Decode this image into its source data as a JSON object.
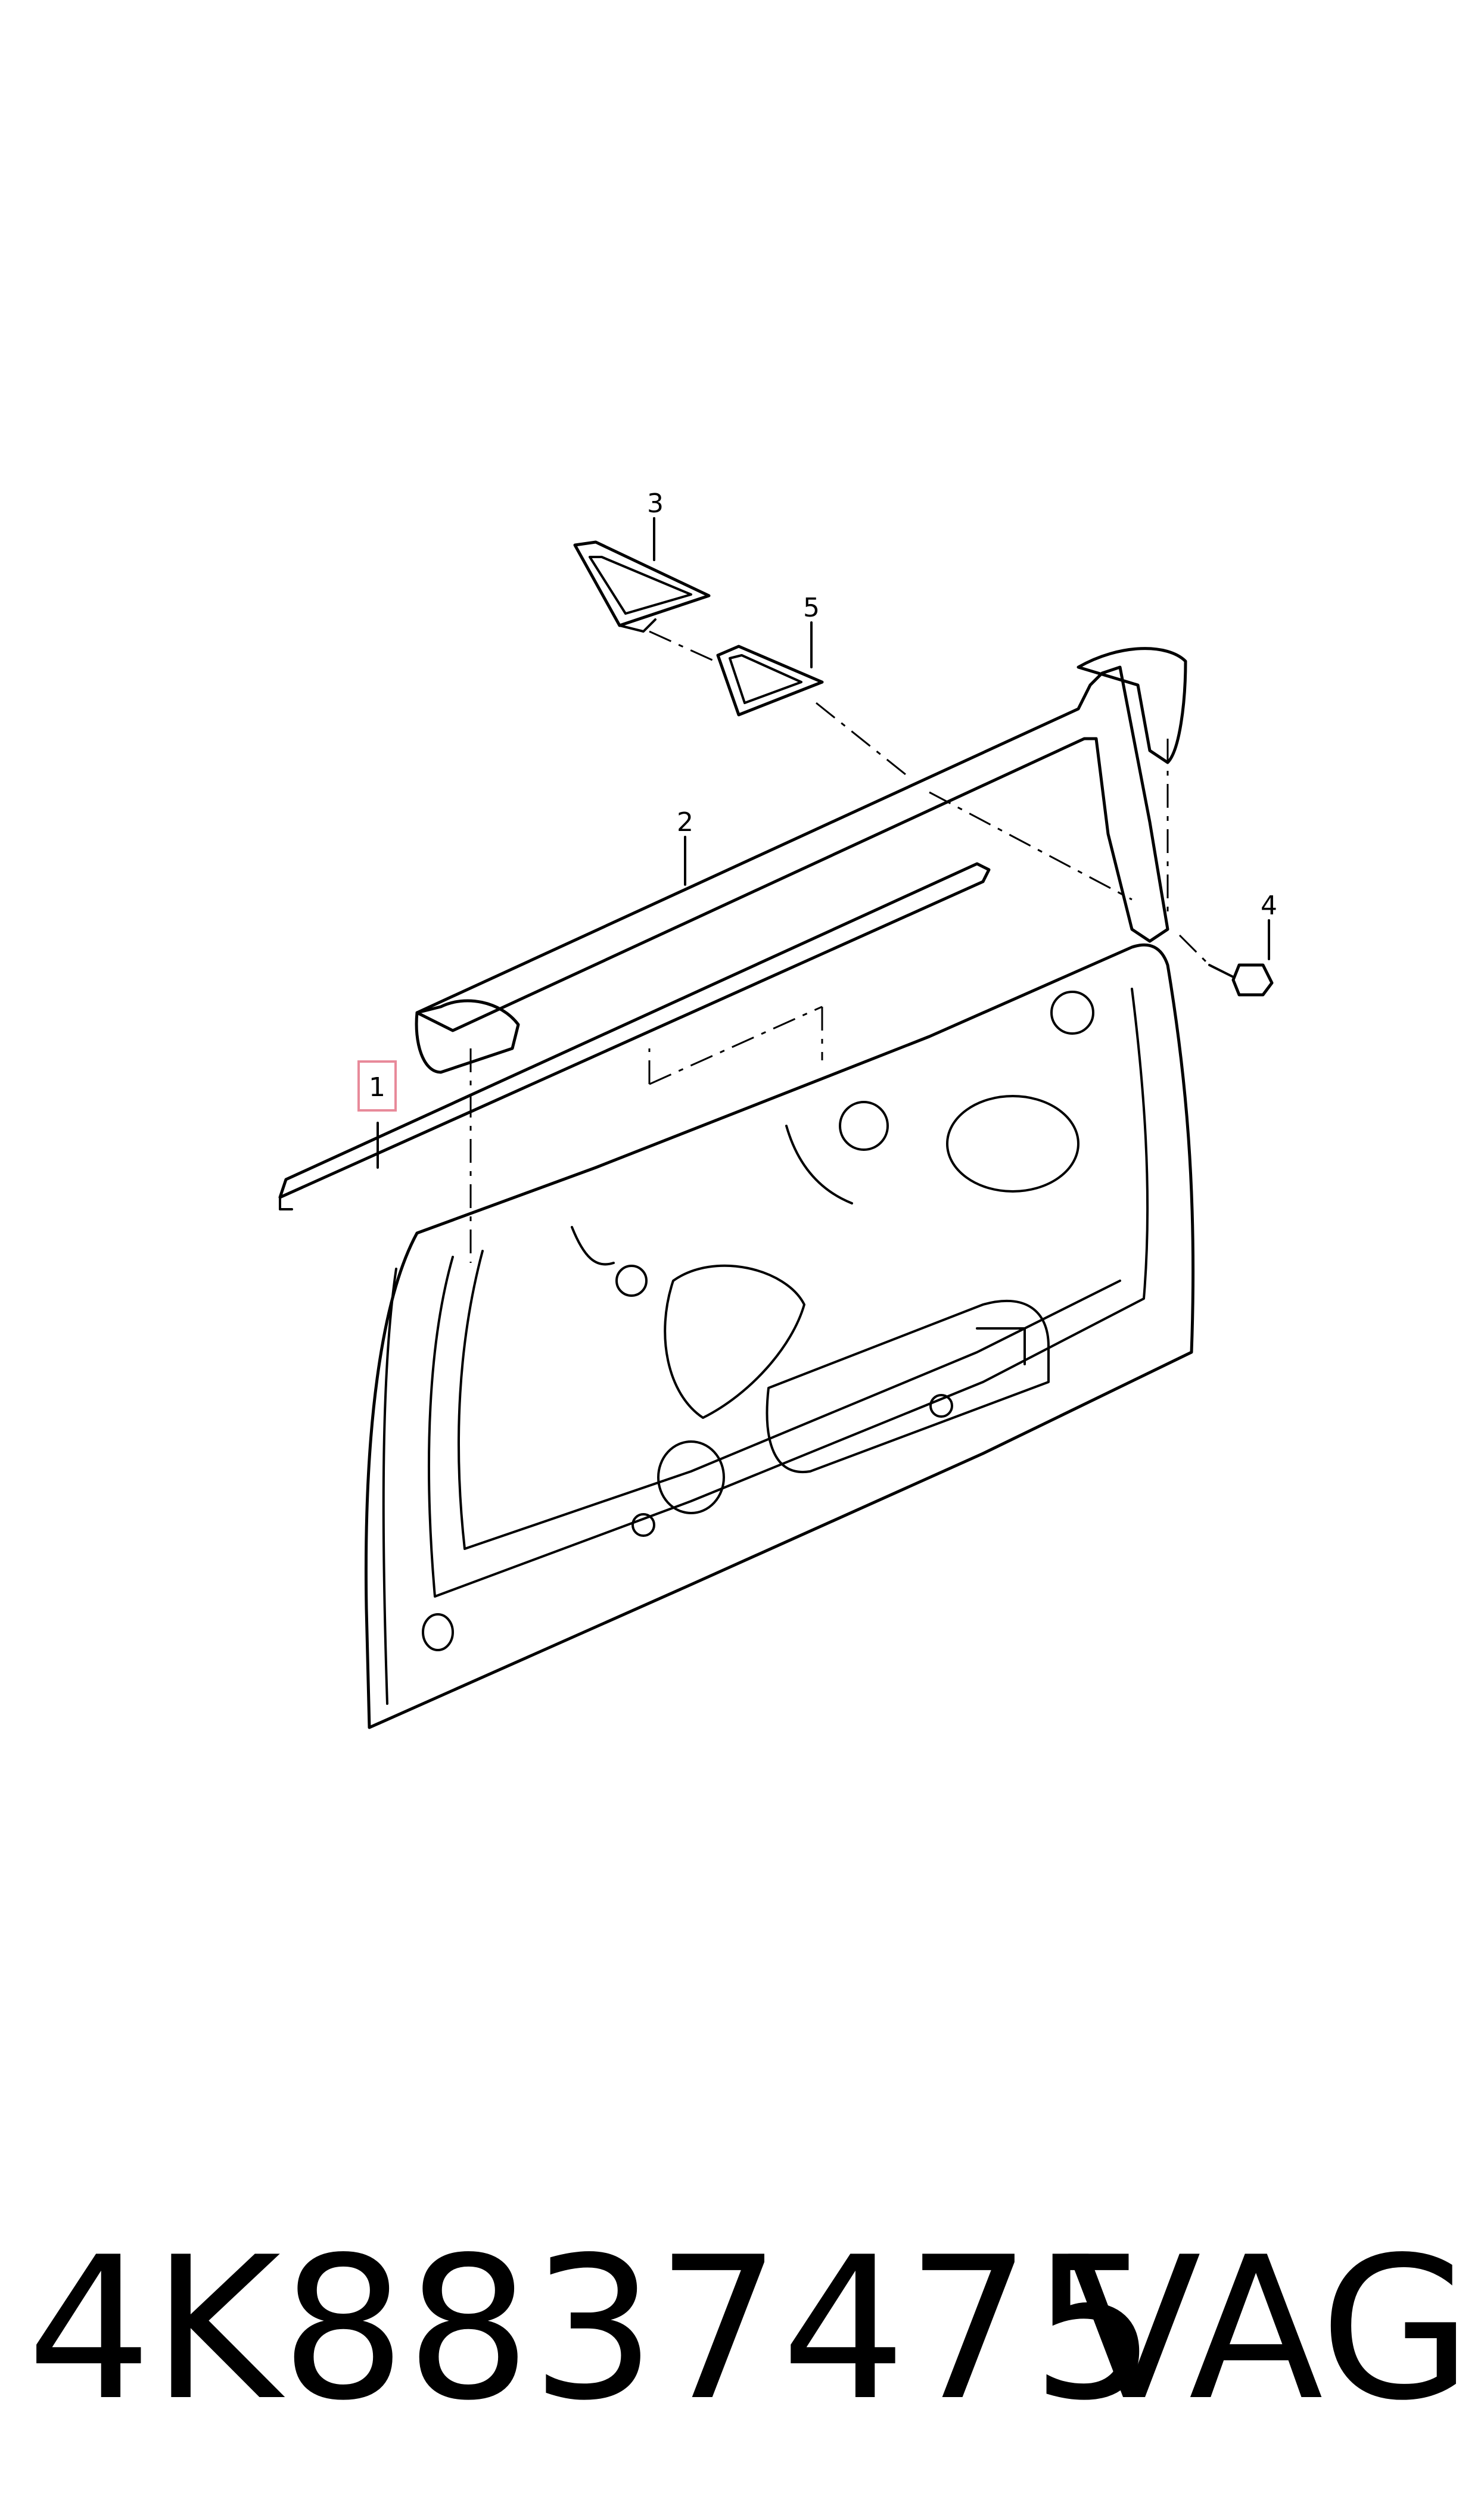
{
  "callouts": {
    "c1": "1",
    "c2": "2",
    "c3": "3",
    "c4": "4",
    "c5": "5"
  },
  "highlight_color": "#e88a9a",
  "caption": {
    "part_number": "4K8837475",
    "brand": "VAG"
  }
}
